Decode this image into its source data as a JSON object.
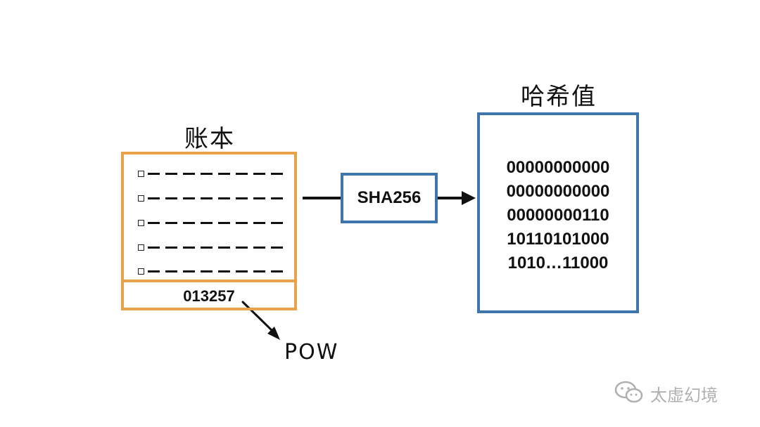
{
  "ledger": {
    "title": "账本",
    "entry_count": 5,
    "nonce": "013257",
    "color": "#e8a34a"
  },
  "hash_function": {
    "label": "SHA256",
    "color": "#3f75ad"
  },
  "hash_value": {
    "title": "哈希值",
    "lines": [
      "00000000000",
      "00000000000",
      "00000000110",
      "10110101000",
      "1010…11000"
    ],
    "color": "#3f75ad"
  },
  "annotation": {
    "label": "POW"
  },
  "watermark": {
    "text": "太虚幻境",
    "icon": "wechat-icon"
  }
}
